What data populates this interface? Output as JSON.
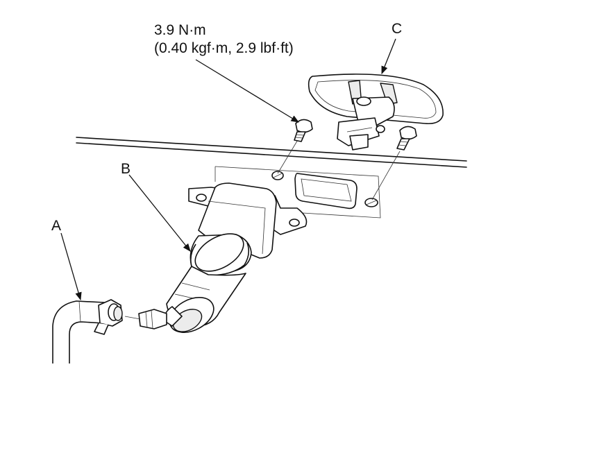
{
  "torque": {
    "line1": "3.9 N·m",
    "line2": "(0.40 kgf·m, 2.9 lbf·ft)"
  },
  "callouts": {
    "a": "A",
    "b": "B",
    "c": "C"
  }
}
